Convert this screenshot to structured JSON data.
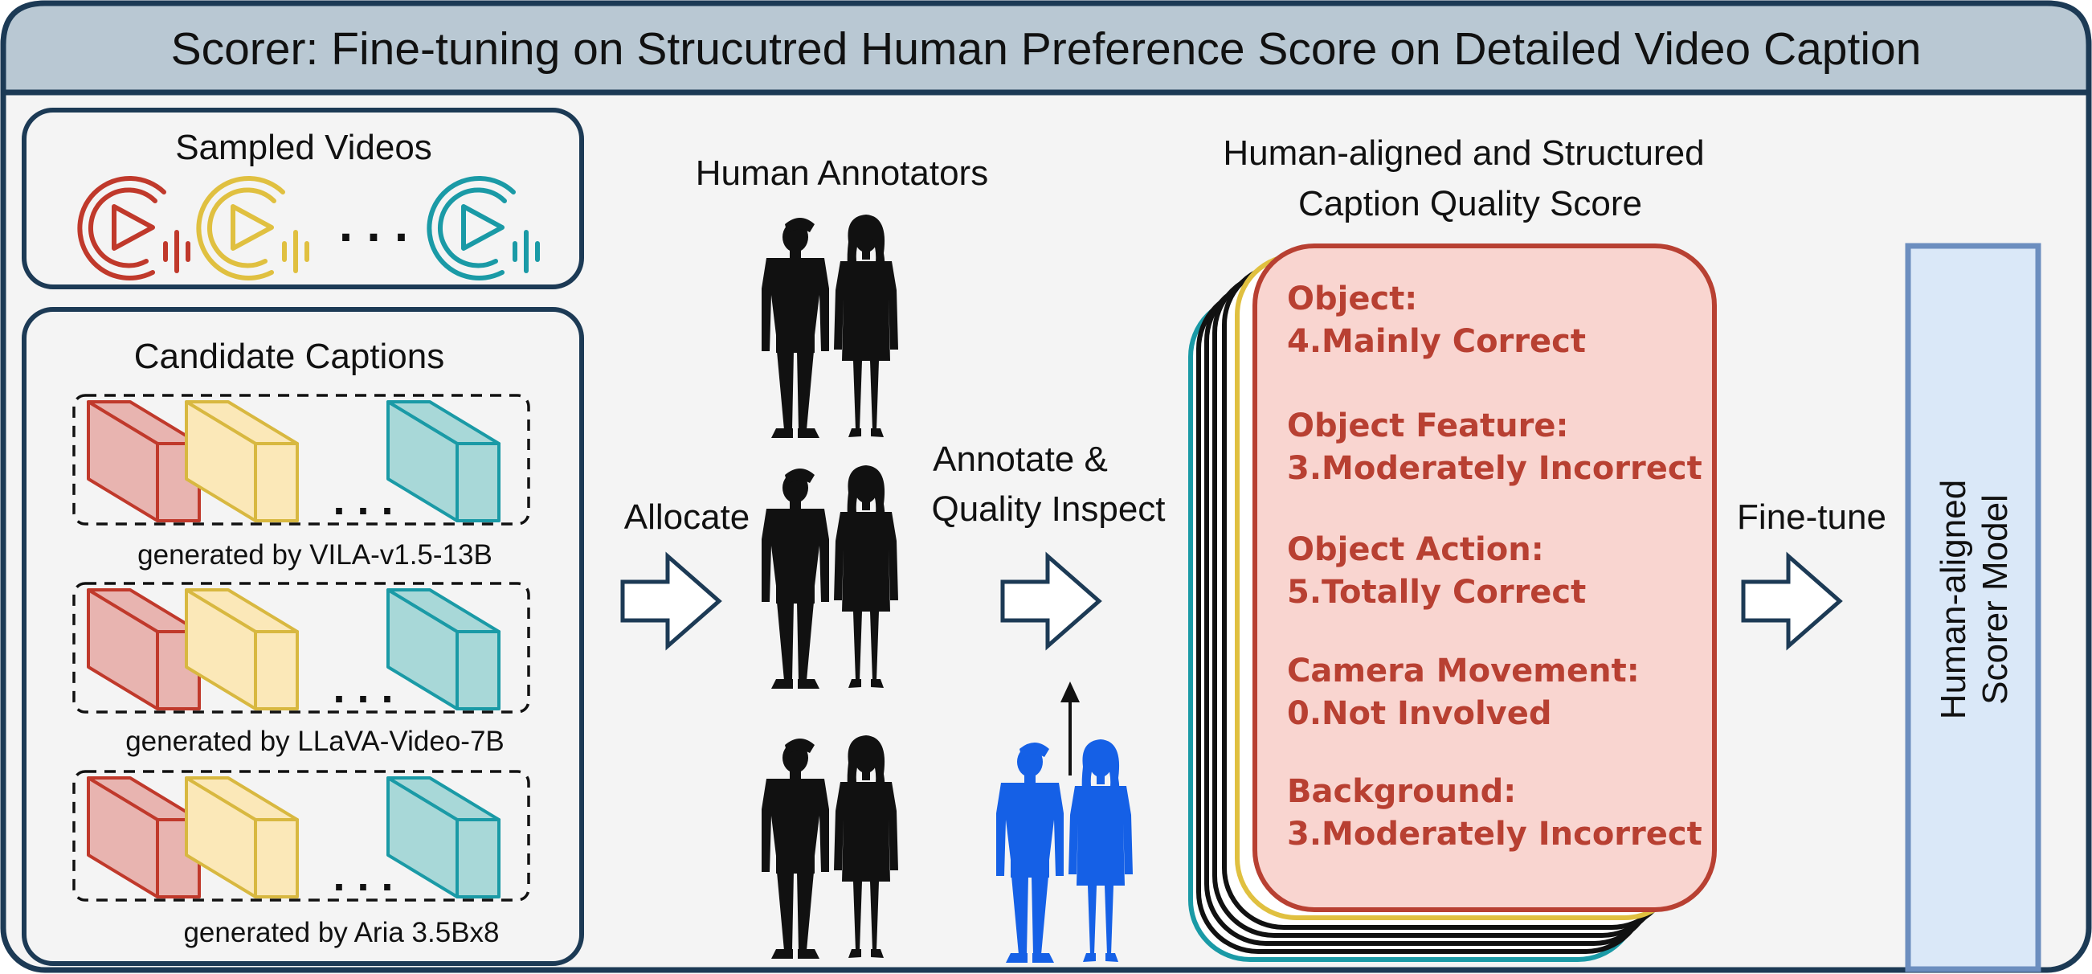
{
  "title": "Scorer: Fine-tuning on Strucutred Human Preference Score on Detailed Video Caption",
  "sampled_videos": {
    "label": "Sampled Videos",
    "ellipsis": ". . .",
    "colors": [
      "#c0392b",
      "#e0c040",
      "#1a9aa6"
    ]
  },
  "candidate_captions": {
    "label": "Candidate Captions",
    "ellipsis": ". . .",
    "groups": [
      {
        "caption": "generated by VILA-v1.5-13B"
      },
      {
        "caption": "generated by LLaVA-Video-7B"
      },
      {
        "caption": "generated by Aria 3.5Bx8"
      }
    ]
  },
  "human_annotators_label": "Human Annotators",
  "allocate_label": "Allocate",
  "annotate_label_line1": "Annotate &",
  "annotate_label_line2": "Quality Inspect",
  "score_title_line1": "Human-aligned and Structured",
  "score_title_line2": "Caption Quality Score",
  "scores": [
    {
      "aspect": "Object:",
      "rating": "4.Mainly Correct"
    },
    {
      "aspect": "Object Feature:",
      "rating": "3.Moderately Incorrect"
    },
    {
      "aspect": "Object Action:",
      "rating": "5.Totally Correct"
    },
    {
      "aspect": "Camera Movement:",
      "rating": "0.Not Involved"
    },
    {
      "aspect": "Background:",
      "rating": "3.Moderately Incorrect"
    }
  ],
  "finetune_label": "Fine-tune",
  "scorer_model_line1": "Human-aligned",
  "scorer_model_line2": "Scorer Model",
  "colors": {
    "frame": "#1c3a55",
    "header_bg": "#b9c8d3",
    "panel_bg": "#f4f4f4",
    "red": "#c0392b",
    "yellow": "#e0c040",
    "teal": "#1a9aa6",
    "score_card_bg": "#f9d5d0",
    "score_text": "#b84032",
    "model_bg": "#dae8f8",
    "model_border": "#6c8ebf",
    "annotator_blue": "#1560e6"
  }
}
